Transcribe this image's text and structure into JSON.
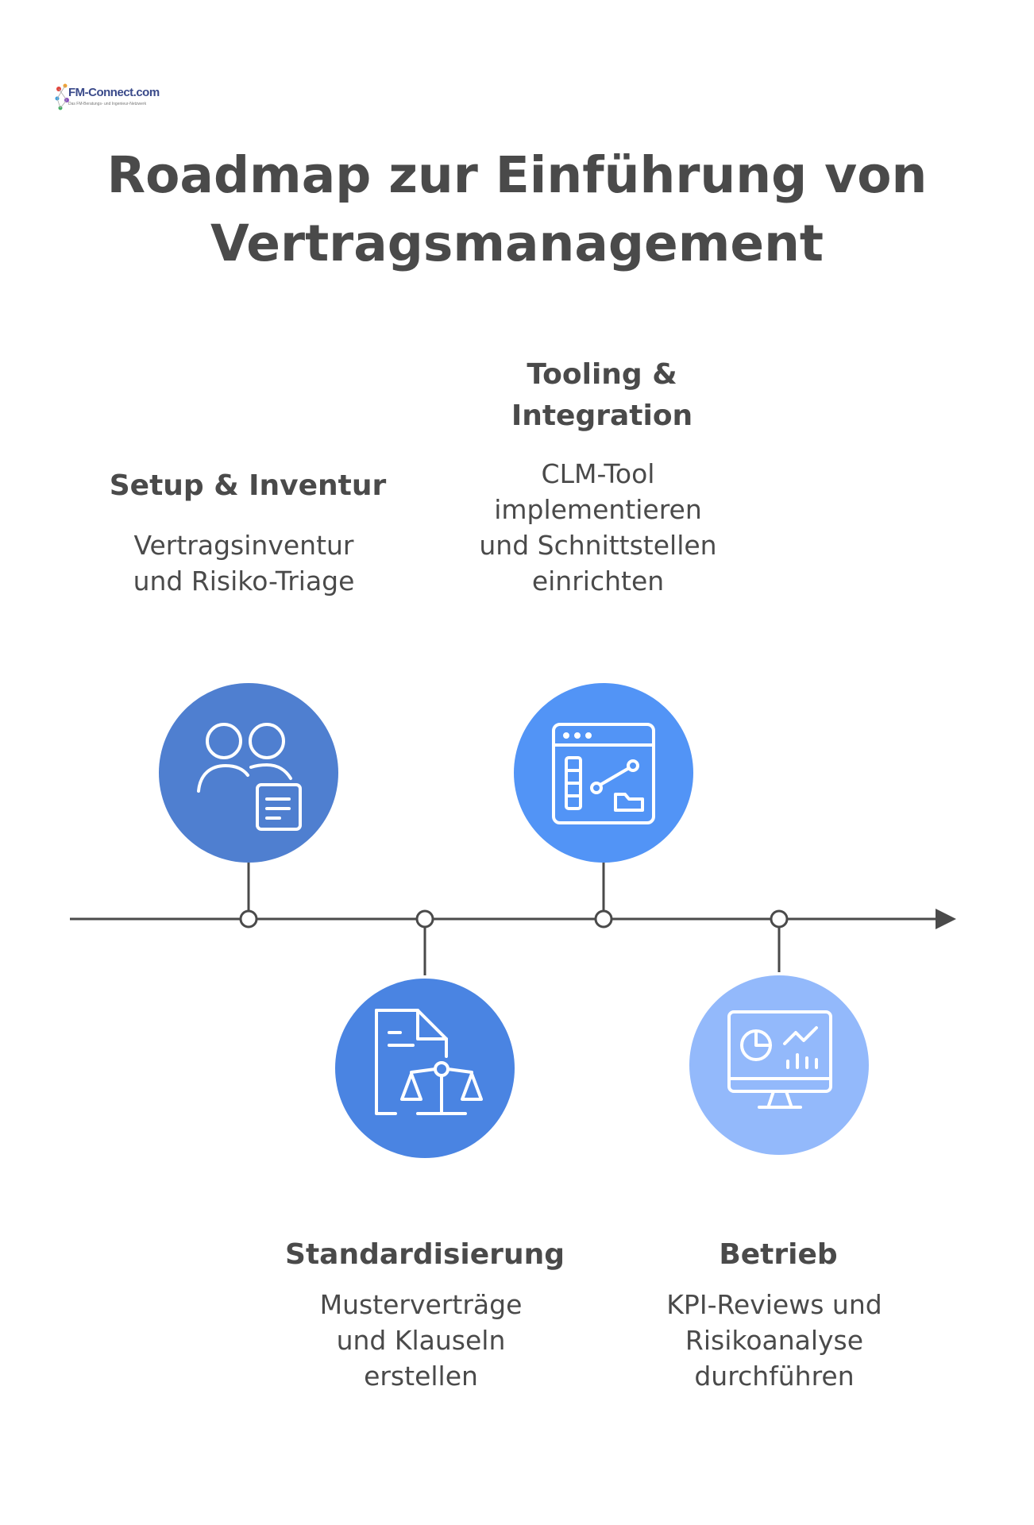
{
  "logo": {
    "text": "FM-Connect.com",
    "tagline": "Das FM-Beratungs- und Ingenieur-Netzwerk"
  },
  "title": {
    "line1": "Roadmap zur Einführung von",
    "line2": "Vertragsmanagement"
  },
  "steps": [
    {
      "title": "Setup & Inventur",
      "desc": [
        "Vertragsinventur",
        "und Risiko-Triage"
      ],
      "icon": "team-document-icon",
      "color": "#4f7fd0"
    },
    {
      "title": "Standardisierung",
      "desc": [
        "Musterverträge",
        "und Klauseln",
        "erstellen"
      ],
      "icon": "contract-scale-icon",
      "color": "#4a84e2"
    },
    {
      "title_lines": [
        "Tooling &",
        "Integration"
      ],
      "desc": [
        "CLM-Tool",
        "implementieren",
        "und Schnittstellen",
        "einrichten"
      ],
      "icon": "browser-dashboard-icon",
      "color": "#5294f6"
    },
    {
      "title": "Betrieb",
      "desc": [
        "KPI-Reviews und",
        "Risikoanalyse",
        "durchführen"
      ],
      "icon": "monitor-analytics-icon",
      "color": "#93b9fb"
    }
  ]
}
